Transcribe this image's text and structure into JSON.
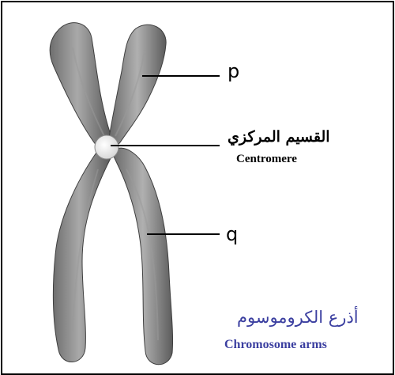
{
  "labels": {
    "p_arm": "p",
    "q_arm": "q",
    "centromere_ar": "القسيم المركزي",
    "centromere_en": "Centromere",
    "arms_ar": "أذرع الكروموسوم",
    "arms_en": "Chromosome arms"
  },
  "colors": {
    "chromatid": "#8c8c8c",
    "chromatid_shadow": "#5e5e5e",
    "chromatid_highlight": "#b7b7b7",
    "centromere": "#f2f2f2",
    "caption": "#3b3fa0"
  }
}
